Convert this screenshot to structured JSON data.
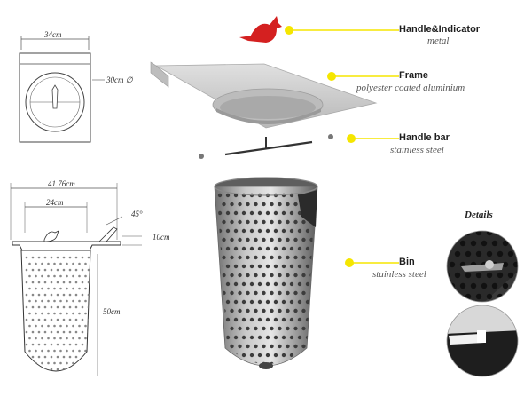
{
  "callouts": [
    {
      "title": "Handle&Indicator",
      "material": "metal"
    },
    {
      "title": "Frame",
      "material": "polyester coated aluminium"
    },
    {
      "title": "Handle bar",
      "material": "stainless steel"
    },
    {
      "title": "Bin",
      "material": "stainless steel"
    }
  ],
  "details_title": "Details",
  "dimensions": {
    "top_width": "34cm",
    "depth": "30cm",
    "depth_symbol": "∅",
    "overall_width": "41.76cm",
    "opening_width": "24cm",
    "angle": "45°",
    "lip_height": "10cm",
    "bin_height": "50cm"
  },
  "colors": {
    "accent_dot": "#f5e600",
    "indicator_bird": "#d42020",
    "steel": "#9a9a9a",
    "frame": "#cfcfcf"
  }
}
